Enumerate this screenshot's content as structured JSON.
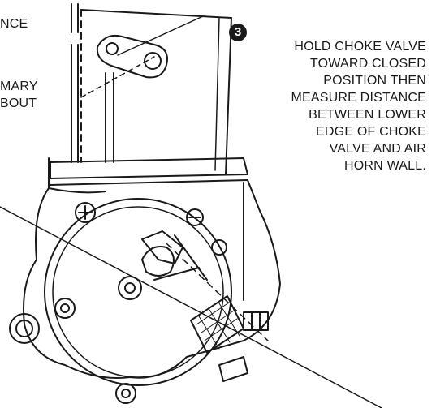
{
  "callout": {
    "number": "3"
  },
  "instruction": {
    "text": "HOLD CHOKE VALVE\nTOWARD CLOSED\nPOSITION THEN\nMEASURE DISTANCE\nBETWEEN LOWER\nEDGE OF CHOKE\nVALVE AND AIR\nHORN WALL."
  },
  "left_fragments": {
    "line_1": "NCE",
    "line_2": "MARY\nBOUT"
  },
  "colors": {
    "ink": "#1a1a1a",
    "background": "#ffffff"
  }
}
